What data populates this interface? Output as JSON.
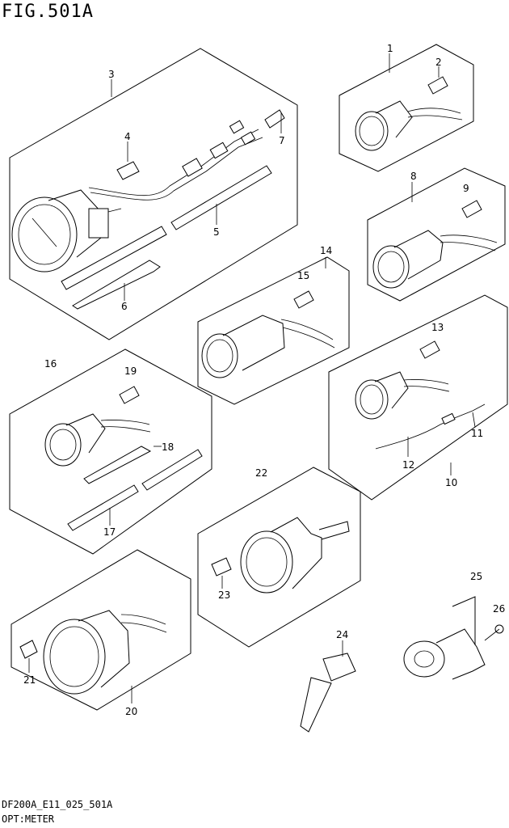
{
  "figure": {
    "title": "FIG.501A"
  },
  "footer": {
    "model_code": "DF200A_E11_025_501A",
    "caption": "OPT:METER"
  },
  "callouts": [
    "1",
    "2",
    "3",
    "4",
    "5",
    "6",
    "7",
    "8",
    "9",
    "10",
    "11",
    "12",
    "13",
    "14",
    "15",
    "16",
    "17",
    "18",
    "19",
    "20",
    "21",
    "22",
    "23",
    "24",
    "25",
    "26"
  ]
}
